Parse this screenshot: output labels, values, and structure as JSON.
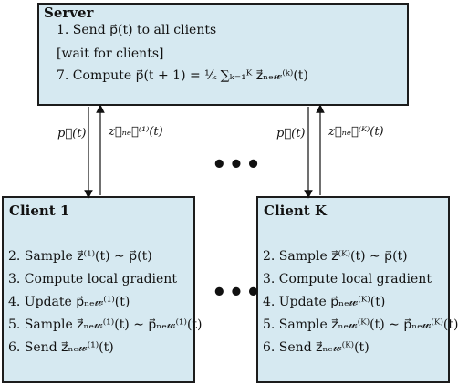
{
  "server": {
    "title": "Server",
    "lines": [
      "1. Send p⃗(t) to all clients",
      "[wait for clients]",
      "7. Compute p⃗(t + 1) = ¹⁄ₖ ∑ₖ₌₁ᴷ z⃗ₙₑ𝓌⁽ᵏ⁾(t)"
    ]
  },
  "client_1": {
    "title": "Client 1",
    "lines": [
      "2. Sample z⃗⁽¹⁾(t) ∼ p⃗(t)",
      "3. Compute local gradient",
      "4. Update p⃗ₙₑ𝓌⁽¹⁾(t)",
      "5. Sample z⃗ₙₑ𝓌⁽¹⁾(t) ∼ p⃗ₙₑ𝓌⁽¹⁾(t)",
      "6. Send z⃗ₙₑ𝓌⁽¹⁾(t)"
    ]
  },
  "client_k": {
    "title": "Client K",
    "lines": [
      "2. Sample z⃗⁽ᴷ⁾(t) ∼ p⃗(t)",
      "3. Compute local gradient",
      "4. Update p⃗ₙₑ𝓌⁽ᴷ⁾(t)",
      "5. Sample z⃗ₙₑ𝓌⁽ᴷ⁾(t) ∼ p⃗ₙₑ𝓌⁽ᴷ⁾(t)",
      "6. Send z⃗ₙₑ𝓌⁽ᴷ⁾(t)"
    ]
  },
  "arrows": {
    "left_down_label": "p⃗(t)",
    "left_up_label": "z⃗ₙₑ𝓌⁽¹⁾(t)",
    "right_down_label": "p⃗(t)",
    "right_up_label": "z⃗ₙₑ𝓌⁽ᴷ⁾(t)"
  },
  "ellipsis": {
    "top": "•••",
    "middle": "•••"
  }
}
